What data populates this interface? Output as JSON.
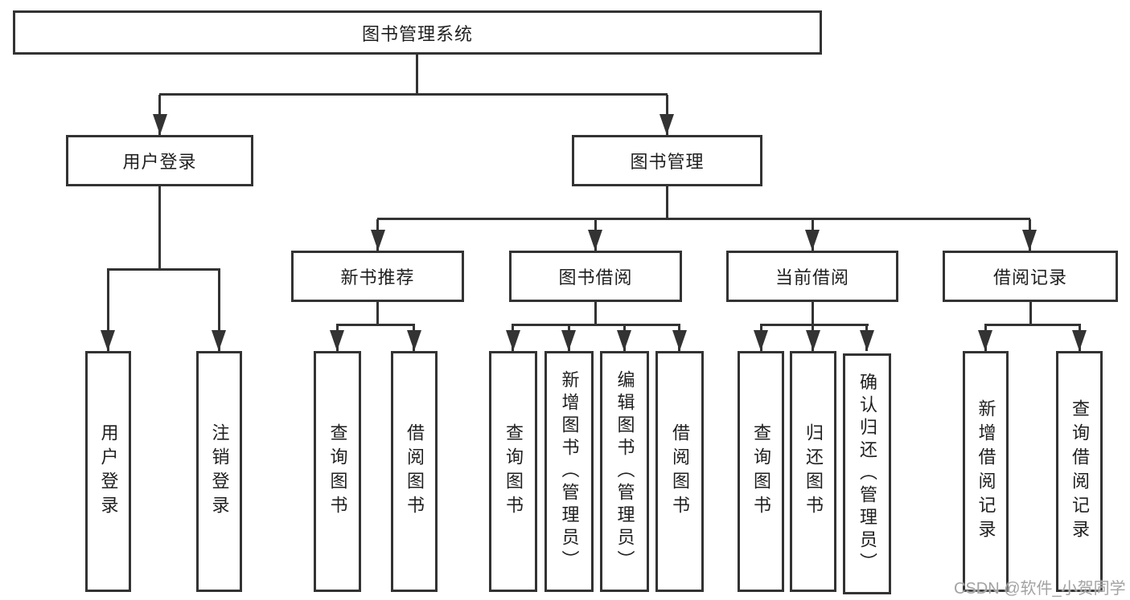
{
  "tree": {
    "label": "图书管理系统",
    "children": [
      {
        "label": "用户登录",
        "children": [
          {
            "label": "用户登录"
          },
          {
            "label": "注销登录"
          }
        ]
      },
      {
        "label": "图书管理",
        "children": [
          {
            "label": "新书推荐",
            "children": [
              {
                "label": "查询图书"
              },
              {
                "label": "借阅图书"
              }
            ]
          },
          {
            "label": "图书借阅",
            "children": [
              {
                "label": "查询图书"
              },
              {
                "label": "新增图书（管理员）"
              },
              {
                "label": "编辑图书（管理员）"
              },
              {
                "label": "借阅图书"
              }
            ]
          },
          {
            "label": "当前借阅",
            "children": [
              {
                "label": "查询图书"
              },
              {
                "label": "归还图书"
              },
              {
                "label": "确认归还（管理员）"
              }
            ]
          },
          {
            "label": "借阅记录",
            "children": [
              {
                "label": "新增借阅记录"
              },
              {
                "label": "查询借阅记录"
              }
            ]
          }
        ]
      }
    ]
  },
  "watermark": {
    "text": "CSDN @软件_小贺同学"
  },
  "colors": {
    "line": "#333333",
    "text": "#1f1f1f",
    "background": "#ffffff",
    "watermark": "#a3a3a3"
  }
}
